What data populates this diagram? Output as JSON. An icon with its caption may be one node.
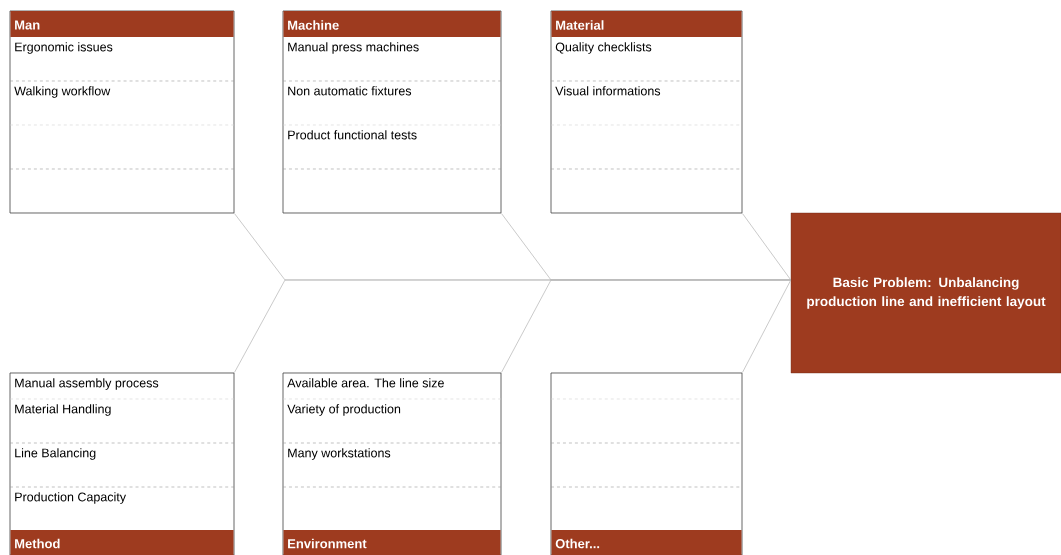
{
  "diagram": {
    "nodes": [
      {
        "text": [
          "Man",
          "Ergonomic issues",
          "Walking workflow"
        ]
      },
      {
        "text": [
          "Machine",
          "Manual press machines",
          "Non automatic fixtures",
          "Product functional tests"
        ]
      },
      {
        "text": [
          "Material",
          "Quality checklists",
          "Visual informations"
        ]
      },
      {
        "text": [
          "Basic Problem: Unbalancing production line and inefficient layout"
        ]
      },
      {
        "text": [
          "Manual assembly process",
          "Material Handling",
          "Line Balancing",
          "Production Capacity",
          "Method"
        ]
      },
      {
        "text": [
          "Available area. The line size",
          "Variety of production",
          "Many workstations",
          "Environment"
        ]
      },
      {
        "text": [
          "Other..."
        ]
      }
    ],
    "edges": [
      {
        "from": 0,
        "to": 3,
        "arrow": "none"
      },
      {
        "from": 1,
        "to": 3,
        "arrow": "none"
      },
      {
        "from": 2,
        "to": 3,
        "arrow": "none"
      },
      {
        "from": 4,
        "to": 3,
        "arrow": "none"
      },
      {
        "from": 5,
        "to": 3,
        "arrow": "none"
      },
      {
        "from": 6,
        "to": 3,
        "arrow": "none"
      }
    ]
  }
}
